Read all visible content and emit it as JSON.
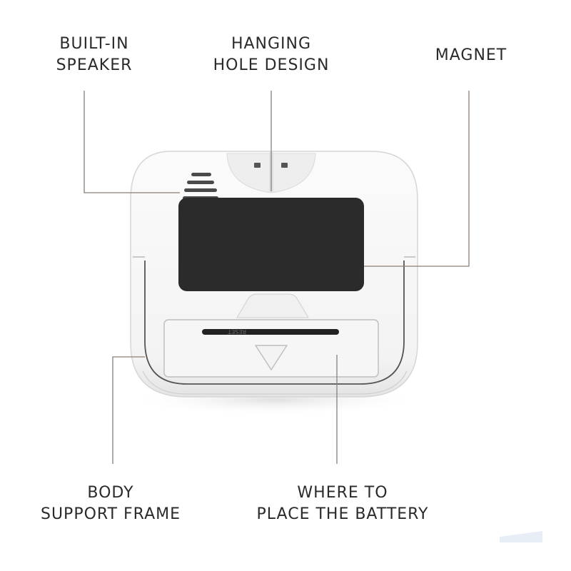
{
  "callouts": {
    "speaker": [
      "BUILT-IN",
      "SPEAKER"
    ],
    "hanging_hole": [
      "HANGING",
      "HOLE DESIGN"
    ],
    "magnet": [
      "MAGNET"
    ],
    "body_frame": [
      "BODY",
      "SUPPORT FRAME"
    ],
    "battery": [
      "WHERE TO",
      "PLACE THE BATTERY"
    ]
  },
  "device": {
    "reset_text": "RESET"
  },
  "colors": {
    "leader_line": "#8a7f76",
    "body": "#f5f5f5",
    "screen": "#2b2b2b",
    "text": "#2a2a2a"
  }
}
